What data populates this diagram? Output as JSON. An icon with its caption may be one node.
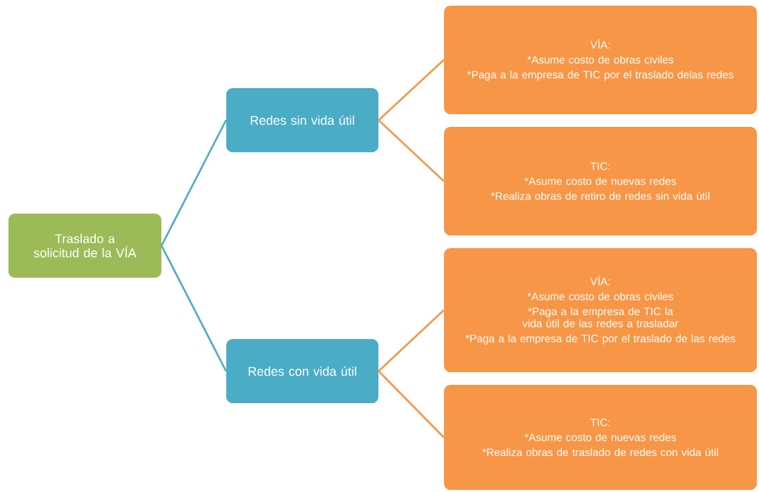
{
  "diagram": {
    "nodes": [
      {
        "text": [
          "Traslado a solicitud de la VÍA"
        ]
      },
      {
        "text": [
          "Redes sin vida útil"
        ]
      },
      {
        "text": [
          "Redes con vida útil"
        ]
      },
      {
        "text": [
          "VÍA:",
          "*Asume costo de obras civiles",
          "*Paga a la empresa de TIC por el traslado delas redes"
        ]
      },
      {
        "text": [
          "TIC:",
          "*Asume costo de nuevas redes",
          "*Realiza obras de retiro de redes sin vida útil"
        ]
      },
      {
        "text": [
          "VÍA:",
          "*Asume costo de obras civiles",
          "*Paga a la empresa de TIC la vida útil de las redes a trasladar",
          "*Paga a la empresa de TIC por el traslado de las redes"
        ]
      },
      {
        "text": [
          "TIC:",
          "*Asume costo de nuevas redes",
          "*Realiza obras de traslado de redes con vida útil"
        ]
      }
    ],
    "edges": [
      {
        "from": 0,
        "to": 1,
        "arrow": "none",
        "color": "#4bacc6"
      },
      {
        "from": 0,
        "to": 2,
        "arrow": "none",
        "color": "#4bacc6"
      },
      {
        "from": 1,
        "to": 3,
        "arrow": "none",
        "color": "#f79646"
      },
      {
        "from": 1,
        "to": 4,
        "arrow": "none",
        "color": "#f79646"
      },
      {
        "from": 2,
        "to": 5,
        "arrow": "none",
        "color": "#f79646"
      },
      {
        "from": 2,
        "to": 6,
        "arrow": "none",
        "color": "#f79646"
      }
    ]
  }
}
